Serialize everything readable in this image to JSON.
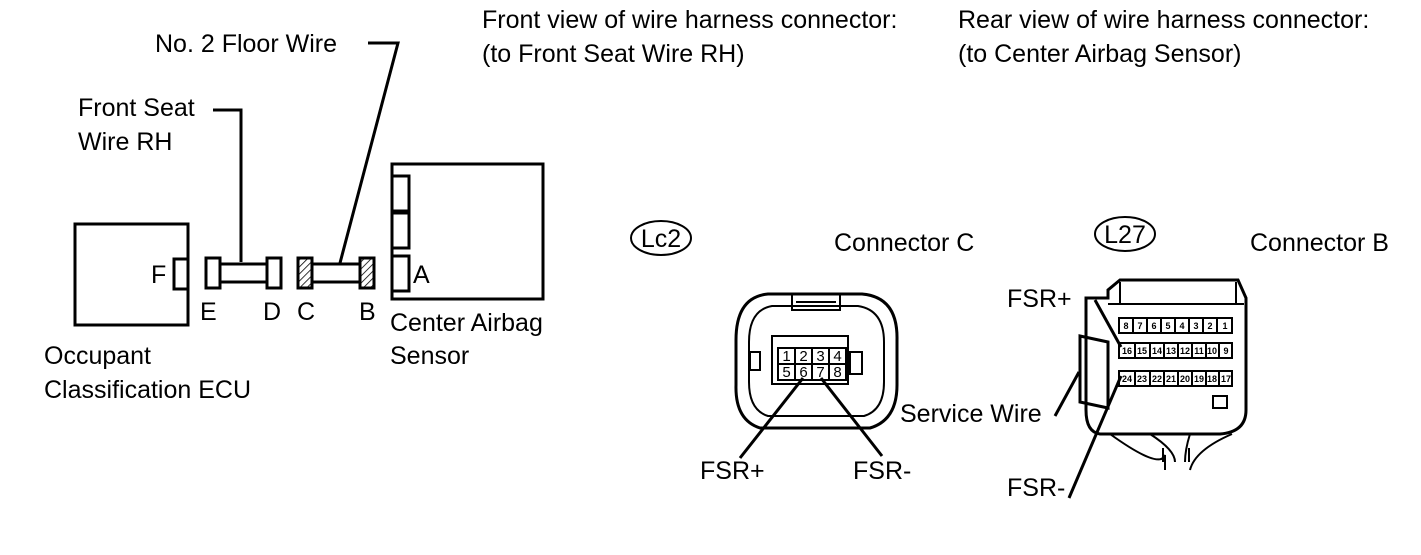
{
  "headings": {
    "front_view_line1": "Front view of wire harness connector:",
    "front_view_line2": "(to Front Seat Wire RH)",
    "rear_view_line1": "Rear view of wire harness connector:",
    "rear_view_line2": "(to Center Airbag Sensor)"
  },
  "layout_diagram": {
    "floor_wire_label": "No. 2 Floor Wire",
    "front_seat_wire_line1": "Front Seat",
    "front_seat_wire_line2": "Wire RH",
    "ecu_line1": "Occupant",
    "ecu_line2": "Classification ECU",
    "sensor_line1": "Center Airbag",
    "sensor_line2": "Sensor",
    "connector_letters": {
      "F": "F",
      "E": "E",
      "D": "D",
      "C": "C",
      "B": "B",
      "A": "A"
    }
  },
  "connector_c": {
    "code": "Lc2",
    "title": "Connector C",
    "pins_top": [
      "1",
      "2",
      "3",
      "4"
    ],
    "pins_bottom": [
      "5",
      "6",
      "7",
      "8"
    ],
    "fsr_plus": "FSR+",
    "fsr_minus": "FSR-"
  },
  "connector_b": {
    "code": "L27",
    "title": "Connector B",
    "row1": [
      "8",
      "7",
      "6",
      "5",
      "4",
      "3",
      "2",
      "1"
    ],
    "row2": [
      "16",
      "15",
      "14",
      "13",
      "12",
      "11",
      "10",
      "9"
    ],
    "row3": [
      "24",
      "23",
      "22",
      "21",
      "20",
      "19",
      "18",
      "17"
    ],
    "fsr_plus": "FSR+",
    "fsr_minus": "FSR-",
    "service_wire": "Service Wire"
  }
}
